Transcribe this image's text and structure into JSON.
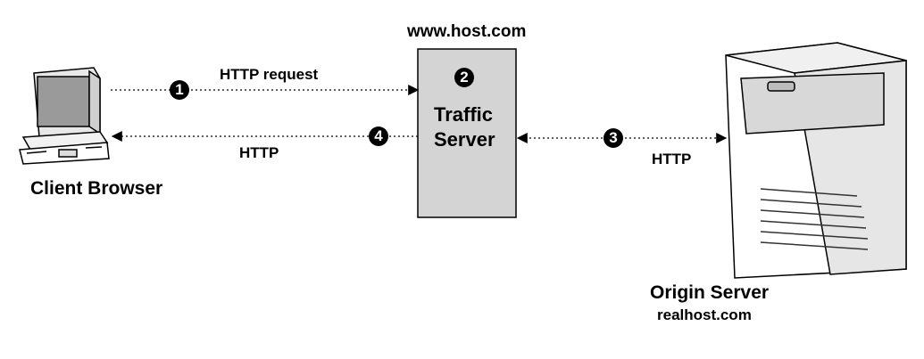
{
  "host_label": "www.host.com",
  "proxy": {
    "line1": "Traffic",
    "line2": "Server"
  },
  "client_label": "Client Browser",
  "origin": {
    "name": "Origin Server",
    "host": "realhost.com"
  },
  "flows": {
    "request": {
      "step": "1",
      "label": "HTTP request"
    },
    "proxy_step": "2",
    "origin_fetch": {
      "step": "3",
      "label": "HTTP"
    },
    "response": {
      "step": "4",
      "label": "HTTP"
    }
  },
  "icons": {
    "client": "desktop-computer-icon",
    "origin": "tower-server-icon"
  }
}
